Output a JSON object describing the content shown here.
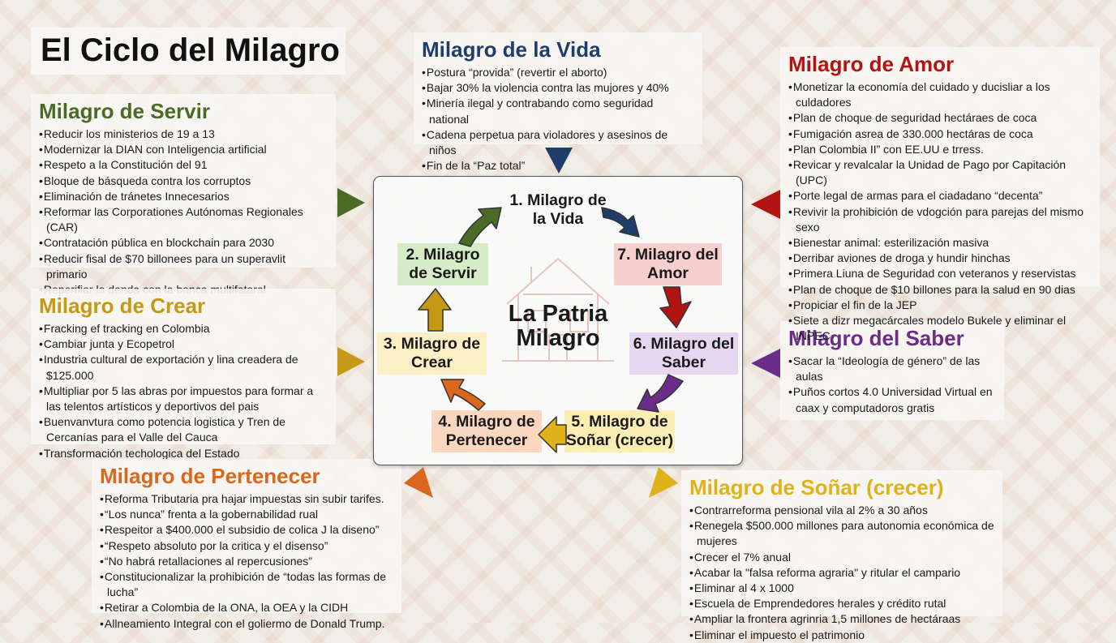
{
  "title": "El Ciclo del Milagro",
  "center": {
    "title": "La Patria Milagro",
    "nodes": [
      "1. Milagro de la Vida",
      "2. Milagro de Servir",
      "3. Milagro de Crear",
      "4. Milagro de Pertenecer",
      "5. Milagro de Soñar (crecer)",
      "6. Milagro del Saber",
      "7. Milagro del Amor"
    ]
  },
  "colors": {
    "vida": "#1f3d6b",
    "servir": "#4a6a26",
    "crear": "#c49a14",
    "pertenecer": "#d9681e",
    "sonar": "#e0b21a",
    "saber": "#6a2d8a",
    "amor": "#b21414"
  },
  "panels": {
    "vida": {
      "title": "Milagro de la Vida",
      "items": [
        "Postura “provida” (revertir el aborto)",
        "Bajar 30% la violencia contra las mujores y 40%",
        "Minería ilegal y contrabando como seguridad national",
        "Cadena perpetua para violadores y asesinos de niños",
        "Fin de la “Paz total”"
      ]
    },
    "servir": {
      "title": "Milagro de Servir",
      "items": [
        "Reducir los ministerios de 19 a 13",
        "Modernizar la DIAN con Inteligencia artificial",
        "Respeto a la Constitución del 91",
        "Bloque de básqueda contra los corruptos",
        "Eliminación de tránetes Innecesarios",
        "Reformar las Corporationes Autónomas Regionales (CAR)",
        "Contratación pública en blockchain para 2030",
        "Reducir fisal de $70 billonees para un superavlit primario",
        "Reperifiar la denda con la banca multifataral"
      ]
    },
    "crear": {
      "title": "Milagro de Crear",
      "items": [
        "Fracking ef tracking en Colombia",
        "Cambiar junta  y Ecopetrol",
        "Industria cultural de exportación y lina creadera de $125.000",
        "Multipliar por 5 las abras por impuestos para formar a las telentos artísticos y deportivos del pais",
        "Buenvanvtura como potencia logistica y Tren de Cercanías para el Valle del Cauca",
        "Transformación techologica del Estado"
      ]
    },
    "pertenecer": {
      "title": "Milagro de Pertenecer",
      "items": [
        "Reforma Tributaria pra hajar impuestas sin subir tarifes.",
        "“Los nunca” frenta a la gobernabilidad rual",
        "Respeitor a $400.000 el subsidio de colica J la diseno”",
        "“Respeto absoluto por la critica y el disenso”",
        "“No habrá retallaciones al repercusiones”",
        "Constitucionalizar la prohibición de “todas las formas de lucha”",
        "Retirar a Colombia de la ONA, la OEA y la CIDH",
        "Allneamiento Integral con el goliermo de Donald Trump."
      ]
    },
    "sonar": {
      "title": "Milagro de Soñar (crecer)",
      "items": [
        "Contrarreforma pensional vila al 2% a 30 años",
        "Renegela $500.000 millones para autonomia económica de mujeres",
        "Crecer el 7% anual",
        "Acabar la \"falsa reforma agraria\" y ritular el campario",
        "Eliminar al 4 x 1000",
        "Escuela de Emprendedores herales y crédito rutal",
        "Ampliar la frontera agrinria 1,5 millones de hectáraas",
        "Eliminar el impuesto el patrimonio"
      ]
    },
    "saber": {
      "title": "Milagro del Saber",
      "items": [
        "Sacar la “Ideología de género” de las aulas",
        "Puños cortos 4.0 Universidad Virtual en caax y computadoros gratis"
      ]
    },
    "amor": {
      "title": "Milagro de Amor",
      "items": [
        "Monetizar la economía del cuidado y ducisliar a los culdadores",
        "Plan de choque de seguridad hectáraes de coca",
        "Fumigación asrea de 330.000 hectáras de coca",
        "Plan Colombia II” con EE.UU e trress.",
        "Revicar y revalcalar la Unidad de Pago por Capitación (UPC)",
        "Porte legal de armas para el ciadadano “decenta”",
        "Revivir la prohibición de vdogción para parejas del mismo sexo",
        "Bienestar animal: esterilización masiva",
        "Derribar aviones de droga y hundir hinchas",
        "Primera Liuna de Seguridad con veteranos y reservistas",
        "Plan de choque de $10 billones para la salud en 90 dias",
        "Propiciar el fin de la JEP",
        "Siete a dizr megacárcales modelo Bukele y eliminar el INPEC"
      ]
    }
  }
}
